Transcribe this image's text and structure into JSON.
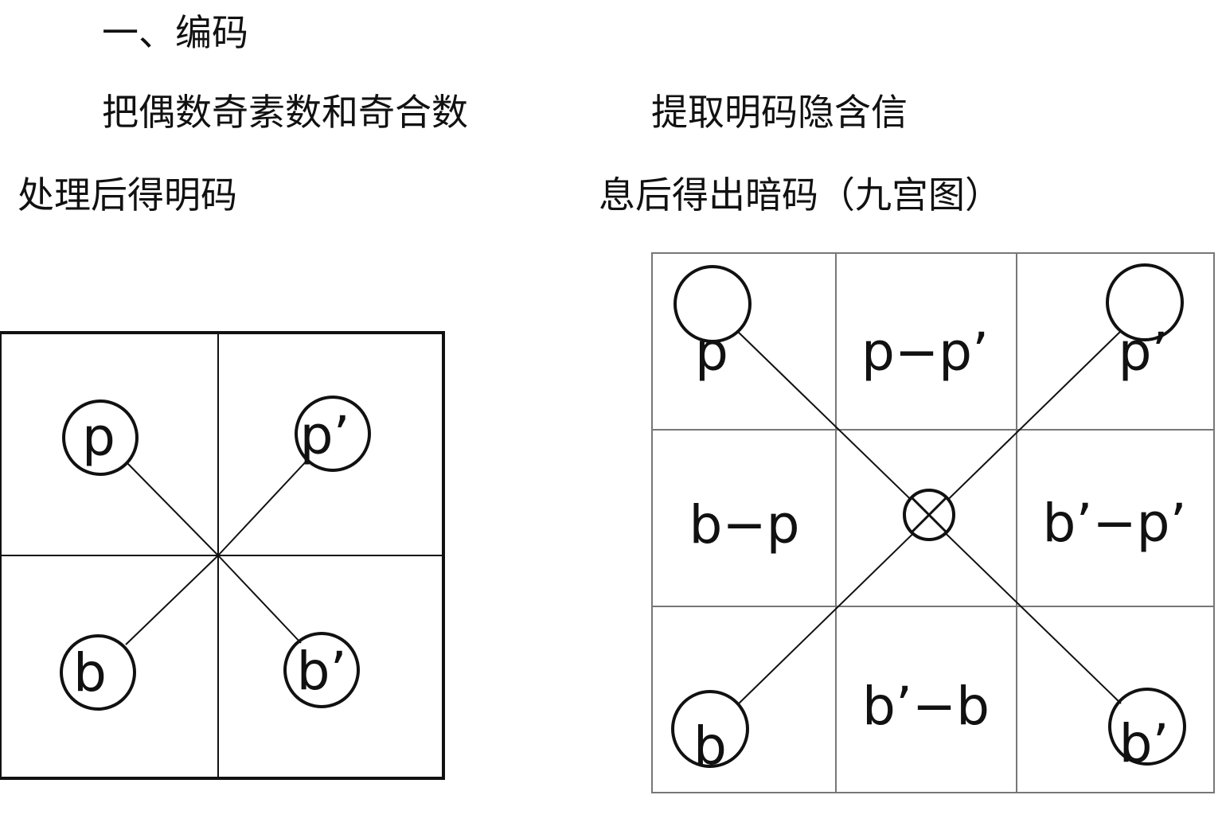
{
  "heading": "一、编码",
  "left_caption": {
    "line1": "把偶数奇素数和奇合数",
    "line2": "处理后得明码"
  },
  "right_caption": {
    "line1": "提取明码隐含信",
    "line2": "息后得出暗码（九宫图）"
  },
  "left_diagram": {
    "nodes": {
      "top_left": "p",
      "top_right": "p’",
      "bottom_left": "b",
      "bottom_right": "b’"
    }
  },
  "right_diagram": {
    "cells": {
      "r0c0": "p",
      "r0c1": "p−p’",
      "r0c2": "p’",
      "r1c0": "b−p",
      "r1c2": "b’−p’",
      "r2c0": "b",
      "r2c1": "b’−b",
      "r2c2": "b’"
    },
    "center_symbol": "circled-x"
  }
}
